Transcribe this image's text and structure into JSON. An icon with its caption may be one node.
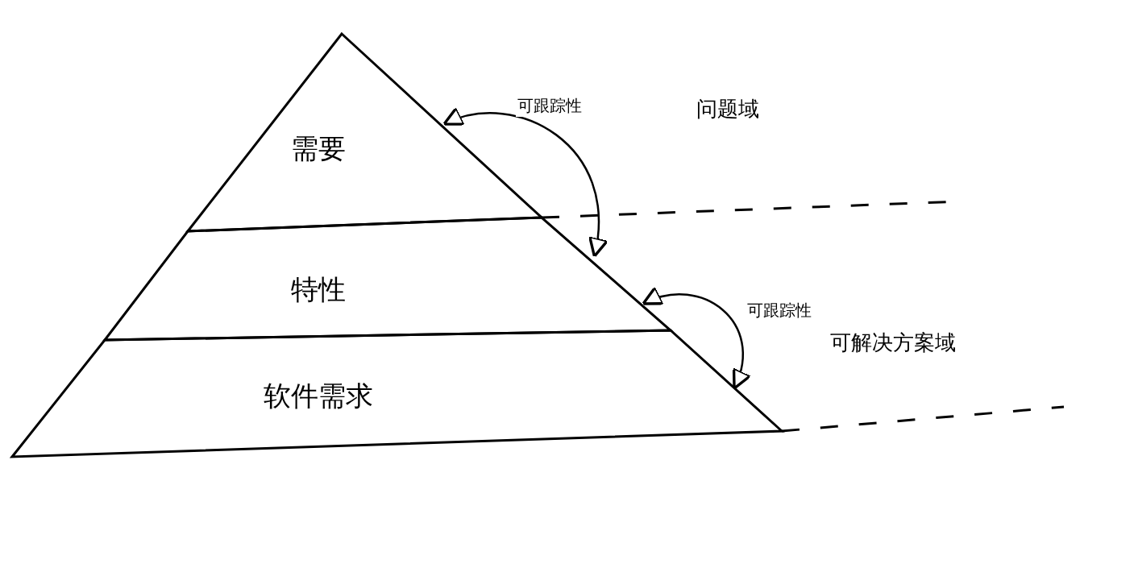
{
  "diagram": {
    "nodes": [
      {
        "text": [
          "需要"
        ]
      },
      {
        "text": [
          "特性"
        ]
      },
      {
        "text": [
          "软件需求"
        ]
      }
    ],
    "edges": [
      {
        "from": 0,
        "to": 1,
        "arrow": "both",
        "label": "可跟踪性"
      },
      {
        "from": 1,
        "to": 2,
        "arrow": "both",
        "label": "可跟踪性"
      }
    ],
    "labels": [
      "问题域",
      "可解决方案域"
    ]
  }
}
